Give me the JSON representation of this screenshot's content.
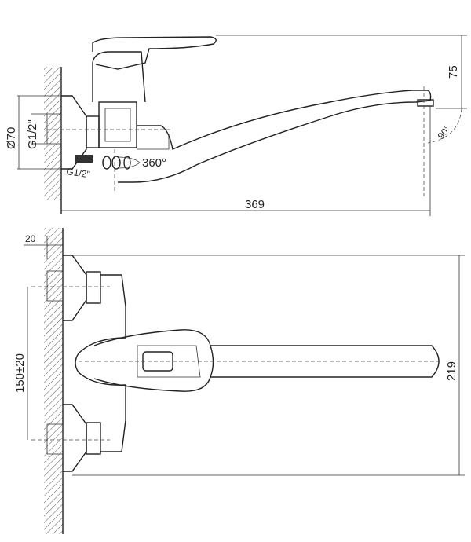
{
  "side_view": {
    "height_label": "75",
    "angle_label": "90°",
    "length_label": "369",
    "diameter_label": "Ø70",
    "thread_label_1": "G1/2\"",
    "thread_label_2": "G1/2\"",
    "rotation_label": "360°"
  },
  "top_view": {
    "offset_label": "20",
    "spacing_label": "150±20",
    "spout_label": "219"
  },
  "colors": {
    "line": "#222222",
    "background": "#ffffff"
  }
}
